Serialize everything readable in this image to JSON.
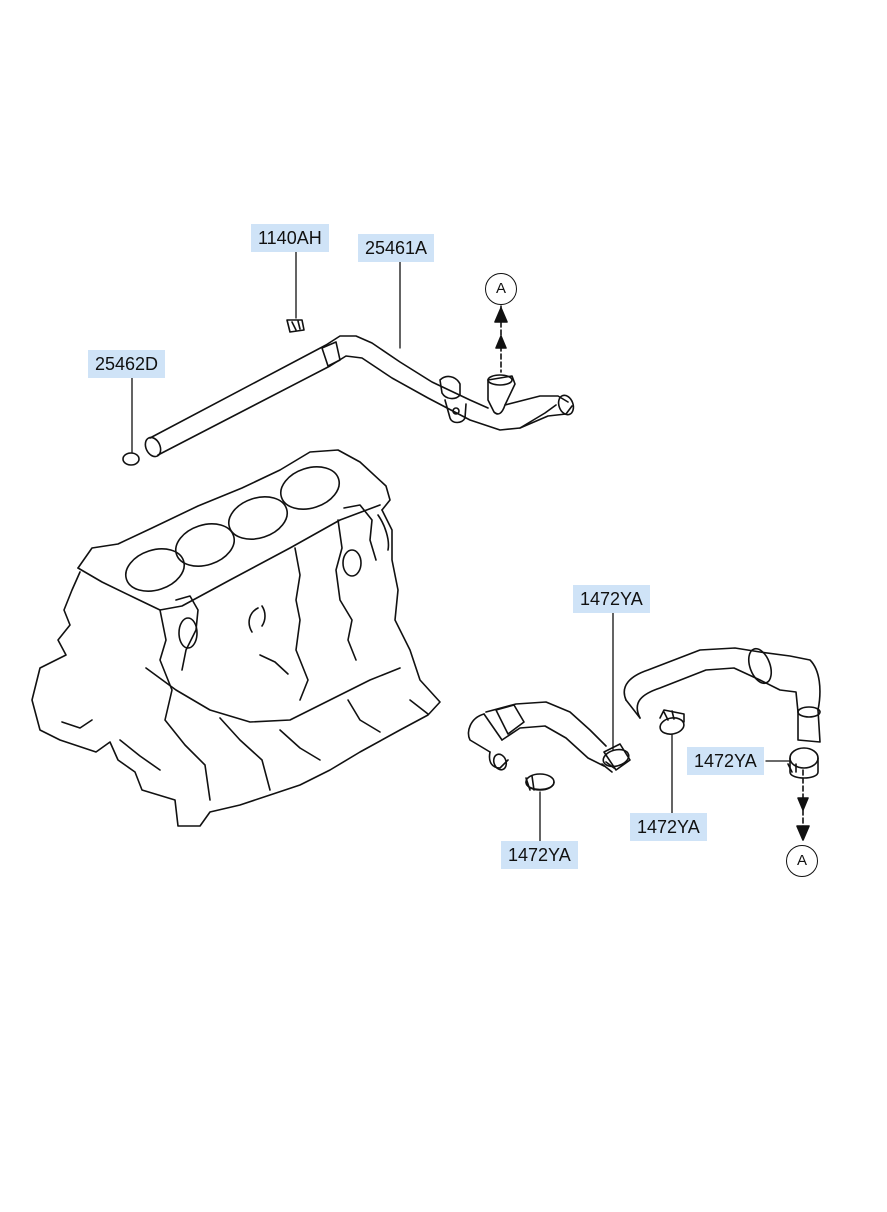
{
  "callouts": {
    "bolt": "1140AH",
    "pipe": "25461A",
    "oring": "25462D",
    "clamp_top": "1472YA",
    "clamp_right": "1472YA",
    "clamp_mid": "1472YA",
    "clamp_bottom": "1472YA"
  },
  "refs": {
    "top": "A",
    "bottom": "A"
  }
}
